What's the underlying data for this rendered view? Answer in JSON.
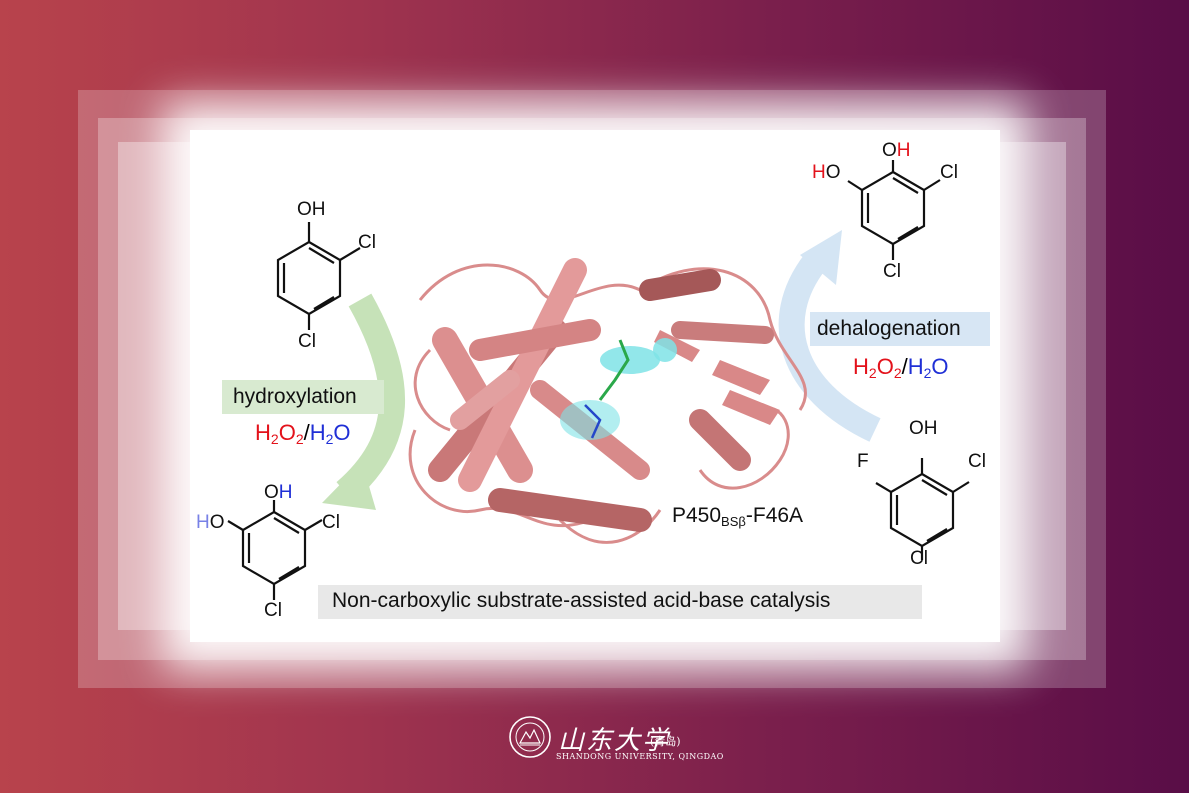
{
  "left_reaction": {
    "label": "hydroxylation",
    "reagent": {
      "a": "H",
      "a_sub": "2",
      "b": "O",
      "b_sub": "2",
      "sep": "/",
      "c": "H",
      "c_sub": "2",
      "d": "O"
    }
  },
  "right_reaction": {
    "label": "dehalogenation",
    "reagent": {
      "a": "H",
      "a_sub": "2",
      "b": "O",
      "b_sub": "2",
      "sep": "/",
      "c": "H",
      "c_sub": "2",
      "d": "O"
    }
  },
  "enzyme": {
    "name": "P450",
    "subscript": "BSβ",
    "mutation": "-F46A"
  },
  "caption": "Non-carboxylic substrate-assisted acid-base catalysis",
  "molecules": {
    "top_left": {
      "oh": "OH",
      "cl1": "Cl",
      "cl2": "Cl"
    },
    "bottom_left": {
      "o": "O",
      "h": "H",
      "h2": "H",
      "o2": "O",
      "cl1": "Cl",
      "cl2": "Cl"
    },
    "top_right": {
      "o": "O",
      "h": "H",
      "h2": "H",
      "o2": "O",
      "cl1": "Cl",
      "cl2": "Cl"
    },
    "bottom_right": {
      "oh": "OH",
      "f": "F",
      "cl1": "Cl",
      "cl2": "Cl"
    }
  },
  "logo": {
    "chinese": "山东大学",
    "city": "(青岛)",
    "english": "SHANDONG UNIVERSITY, QINGDAO"
  },
  "colors": {
    "red": "#e3121b",
    "blue": "#1f2fd6",
    "protein": "#d98c8c",
    "pocket": "#7fe3e6"
  }
}
